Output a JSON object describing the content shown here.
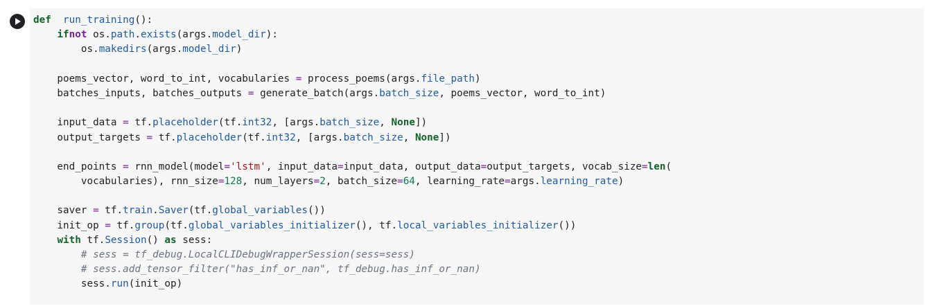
{
  "cell": {
    "run_button": "run-cell",
    "lines": [
      [
        [
          "kw",
          "def"
        ],
        [
          "",
          "  "
        ],
        [
          "fn",
          "run_training"
        ],
        [
          "",
          "():"
        ]
      ],
      [
        [
          "",
          "    "
        ],
        [
          "kw",
          "if"
        ],
        [
          "",
          "",
          " "
        ],
        [
          "kwp",
          "not"
        ],
        [
          "",
          " os."
        ],
        [
          "attr",
          "path"
        ],
        [
          "",
          "."
        ],
        [
          "attr",
          "exists"
        ],
        [
          "",
          "(args."
        ],
        [
          "attr",
          "model_dir"
        ],
        [
          "",
          "):"
        ]
      ],
      [
        [
          "",
          "        os."
        ],
        [
          "attr",
          "makedirs"
        ],
        [
          "",
          "(args."
        ],
        [
          "attr",
          "model_dir"
        ],
        [
          "",
          ")"
        ]
      ],
      [
        [
          "",
          ""
        ]
      ],
      [
        [
          "",
          "    poems_vector, word_to_int, vocabularies "
        ],
        [
          "op",
          "="
        ],
        [
          "",
          " process_poems(args."
        ],
        [
          "attr",
          "file_path"
        ],
        [
          "",
          ")"
        ]
      ],
      [
        [
          "",
          "    batches_inputs, batches_outputs "
        ],
        [
          "op",
          "="
        ],
        [
          "",
          " generate_batch(args."
        ],
        [
          "attr",
          "batch_size"
        ],
        [
          "",
          ", poems_vector, word_to_int)"
        ]
      ],
      [
        [
          "",
          ""
        ]
      ],
      [
        [
          "",
          "    input_data "
        ],
        [
          "op",
          "="
        ],
        [
          "",
          " tf."
        ],
        [
          "attr",
          "placeholder"
        ],
        [
          "",
          "(tf."
        ],
        [
          "attr",
          "int32"
        ],
        [
          "",
          ", [args."
        ],
        [
          "attr",
          "batch_size"
        ],
        [
          "",
          ", "
        ],
        [
          "kw",
          "None"
        ],
        [
          "",
          "])"
        ]
      ],
      [
        [
          "",
          "    output_targets "
        ],
        [
          "op",
          "="
        ],
        [
          "",
          " tf."
        ],
        [
          "attr",
          "placeholder"
        ],
        [
          "",
          "(tf."
        ],
        [
          "attr",
          "int32"
        ],
        [
          "",
          ", [args."
        ],
        [
          "attr",
          "batch_size"
        ],
        [
          "",
          ", "
        ],
        [
          "kw",
          "None"
        ],
        [
          "",
          "])"
        ]
      ],
      [
        [
          "",
          ""
        ]
      ],
      [
        [
          "",
          "    end_points "
        ],
        [
          "op",
          "="
        ],
        [
          "",
          " rnn_model(model"
        ],
        [
          "op",
          "="
        ],
        [
          "str",
          "'lstm'"
        ],
        [
          "",
          ", input_data"
        ],
        [
          "op",
          "="
        ],
        [
          "",
          "input_data, output_data"
        ],
        [
          "op",
          "="
        ],
        [
          "",
          "output_targets, vocab_size"
        ],
        [
          "op",
          "="
        ],
        [
          "kw",
          "len"
        ],
        [
          "",
          "("
        ]
      ],
      [
        [
          "",
          "        vocabularies), rnn_size"
        ],
        [
          "op",
          "="
        ],
        [
          "num",
          "128"
        ],
        [
          "",
          ", num_layers"
        ],
        [
          "op",
          "="
        ],
        [
          "num",
          "2"
        ],
        [
          "",
          ", batch_size"
        ],
        [
          "op",
          "="
        ],
        [
          "num",
          "64"
        ],
        [
          "",
          ", learning_rate"
        ],
        [
          "op",
          "="
        ],
        [
          "",
          "args."
        ],
        [
          "attr",
          "learning_rate"
        ],
        [
          "",
          ")"
        ]
      ],
      [
        [
          "",
          ""
        ]
      ],
      [
        [
          "",
          "    saver "
        ],
        [
          "op",
          "="
        ],
        [
          "",
          " tf."
        ],
        [
          "attr",
          "train"
        ],
        [
          "",
          "."
        ],
        [
          "attr",
          "Saver"
        ],
        [
          "",
          "(tf."
        ],
        [
          "attr",
          "global_variables"
        ],
        [
          "",
          "())"
        ]
      ],
      [
        [
          "",
          "    init_op "
        ],
        [
          "op",
          "="
        ],
        [
          "",
          " tf."
        ],
        [
          "attr",
          "group"
        ],
        [
          "",
          "(tf."
        ],
        [
          "attr",
          "global_variables_initializer"
        ],
        [
          "",
          "(), tf."
        ],
        [
          "attr",
          "local_variables_initializer"
        ],
        [
          "",
          "())"
        ]
      ],
      [
        [
          "",
          "    "
        ],
        [
          "kw",
          "with"
        ],
        [
          "",
          " tf."
        ],
        [
          "attr",
          "Session"
        ],
        [
          "",
          "() "
        ],
        [
          "kw",
          "as"
        ],
        [
          "",
          " sess:"
        ]
      ],
      [
        [
          "",
          "        "
        ],
        [
          "cm",
          "# sess = tf_debug.LocalCLIDebugWrapperSession(sess=sess)"
        ]
      ],
      [
        [
          "",
          "        "
        ],
        [
          "cm",
          "# sess.add_tensor_filter(\"has_inf_or_nan\", tf_debug.has_inf_or_nan)"
        ]
      ],
      [
        [
          "",
          "        sess."
        ],
        [
          "attr",
          "run"
        ],
        [
          "",
          "(init_op)"
        ]
      ]
    ]
  }
}
